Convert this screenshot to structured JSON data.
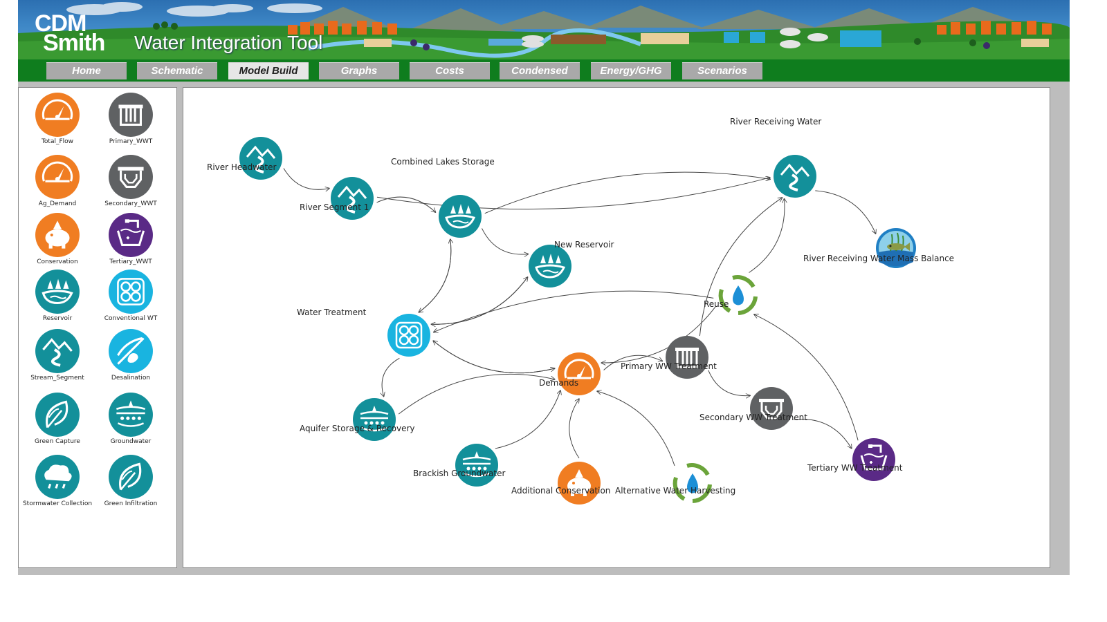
{
  "header": {
    "logo_line1": "CDM",
    "logo_line2": "Smith",
    "app_title": "Water Integration Tool"
  },
  "tabs": [
    {
      "label": "Home",
      "active": false
    },
    {
      "label": "Schematic",
      "active": false
    },
    {
      "label": "Model Build",
      "active": true
    },
    {
      "label": "Graphs",
      "active": false
    },
    {
      "label": "Costs",
      "active": false
    },
    {
      "label": "Condensed",
      "active": false
    },
    {
      "label": "Energy/GHG",
      "active": false
    },
    {
      "label": "Scenarios",
      "active": false
    }
  ],
  "palette": [
    {
      "label": "Total_Flow",
      "icon": "gauge-icon",
      "color": "#f07d22"
    },
    {
      "label": "Primary_WWT",
      "icon": "primary-clarifier-icon",
      "color": "#5f6163"
    },
    {
      "label": "Ag_Demand",
      "icon": "gauge-icon",
      "color": "#f07d22"
    },
    {
      "label": "Secondary_WWT",
      "icon": "secondary-basin-icon",
      "color": "#5f6163"
    },
    {
      "label": "Conservation",
      "icon": "piggy-bank-icon",
      "color": "#f07d22"
    },
    {
      "label": "Tertiary_WWT",
      "icon": "tertiary-tank-icon",
      "color": "#5a2a86"
    },
    {
      "label": "Reservoir",
      "icon": "reservoir-icon",
      "color": "#13909a"
    },
    {
      "label": "Conventional   WT",
      "icon": "filter-pods-icon",
      "color": "#19b4e0"
    },
    {
      "label": "Stream_Segment",
      "icon": "stream-icon",
      "color": "#13909a"
    },
    {
      "label": "Desalination",
      "icon": "desal-icon",
      "color": "#19b4e0"
    },
    {
      "label": "Green   Capture",
      "icon": "leaf-icon",
      "color": "#13909a"
    },
    {
      "label": "Groundwater",
      "icon": "groundwater-icon",
      "color": "#13909a"
    },
    {
      "label": "Stormwater   Collection",
      "icon": "rain-cloud-icon",
      "color": "#13909a"
    },
    {
      "label": "Green   Infiltration",
      "icon": "leaf-icon",
      "color": "#13909a"
    }
  ],
  "nodes": [
    {
      "id": "river-headwater",
      "label": "River Headwater",
      "icon": "stream-icon",
      "color": "#13909a"
    },
    {
      "id": "river-segment-1",
      "label": "River Segment 1",
      "icon": "stream-icon",
      "color": "#13909a"
    },
    {
      "id": "combined-lakes-storage",
      "label": "Combined Lakes Storage",
      "icon": "reservoir-icon",
      "color": "#13909a"
    },
    {
      "id": "new-reservoir",
      "label": "New Reservoir",
      "icon": "reservoir-icon",
      "color": "#13909a"
    },
    {
      "id": "river-receiving-water",
      "label": "River Receiving Water",
      "icon": "stream-icon",
      "color": "#13909a"
    },
    {
      "id": "river-receiving-water-mass-balance",
      "label": "River Receiving Water Mass Balance",
      "icon": "fish-icon",
      "color": "#1f7fc4"
    },
    {
      "id": "reuse",
      "label": "Reuse",
      "icon": "recycle-drop-icon",
      "color": "#6ba43a"
    },
    {
      "id": "water-treatment",
      "label": "Water Treatment",
      "icon": "filter-pods-icon",
      "color": "#19b4e0"
    },
    {
      "id": "demands",
      "label": "Demands",
      "icon": "gauge-icon",
      "color": "#f07d22"
    },
    {
      "id": "primary-ww-treatment",
      "label": "Primary WW Treatment",
      "icon": "primary-clarifier-icon",
      "color": "#5f6163"
    },
    {
      "id": "secondary-ww-treatment",
      "label": "Secondary WW Treatment",
      "icon": "secondary-basin-icon",
      "color": "#5f6163"
    },
    {
      "id": "tertiary-ww-treatment",
      "label": "Tertiary WW Treatment",
      "icon": "tertiary-tank-icon",
      "color": "#5a2a86"
    },
    {
      "id": "aquifer-storage-recovery",
      "label": "Aquifer Storage & Recovery",
      "icon": "groundwater-icon",
      "color": "#13909a"
    },
    {
      "id": "brackish-groundwater",
      "label": "Brackish Groundwater",
      "icon": "groundwater-icon",
      "color": "#13909a"
    },
    {
      "id": "additional-conservation",
      "label": "Additional  Conservation",
      "icon": "piggy-bank-icon",
      "color": "#f07d22"
    },
    {
      "id": "alternative-water-harvesting",
      "label": "Alternative Water Harvesting",
      "icon": "recycle-drop-icon",
      "color": "#6ba43a"
    }
  ],
  "links": [
    [
      "river-headwater",
      "river-segment-1"
    ],
    [
      "river-segment-1",
      "combined-lakes-storage"
    ],
    [
      "river-segment-1",
      "river-receiving-water"
    ],
    [
      "combined-lakes-storage",
      "river-receiving-water"
    ],
    [
      "combined-lakes-storage",
      "new-reservoir"
    ],
    [
      "combined-lakes-storage",
      "water-treatment"
    ],
    [
      "water-treatment",
      "combined-lakes-storage"
    ],
    [
      "new-reservoir",
      "water-treatment"
    ],
    [
      "water-treatment",
      "new-reservoir"
    ],
    [
      "river-receiving-water",
      "river-receiving-water-mass-balance"
    ],
    [
      "reuse",
      "river-receiving-water"
    ],
    [
      "primary-ww-treatment",
      "river-receiving-water"
    ],
    [
      "reuse",
      "water-treatment"
    ],
    [
      "reuse",
      "demands"
    ],
    [
      "water-treatment",
      "demands"
    ],
    [
      "demands",
      "water-treatment"
    ],
    [
      "water-treatment",
      "aquifer-storage-recovery"
    ],
    [
      "aquifer-storage-recovery",
      "demands"
    ],
    [
      "brackish-groundwater",
      "demands"
    ],
    [
      "additional-conservation",
      "demands"
    ],
    [
      "alternative-water-harvesting",
      "demands"
    ],
    [
      "demands",
      "primary-ww-treatment"
    ],
    [
      "primary-ww-treatment",
      "secondary-ww-treatment"
    ],
    [
      "secondary-ww-treatment",
      "tertiary-ww-treatment"
    ],
    [
      "tertiary-ww-treatment",
      "reuse"
    ]
  ]
}
